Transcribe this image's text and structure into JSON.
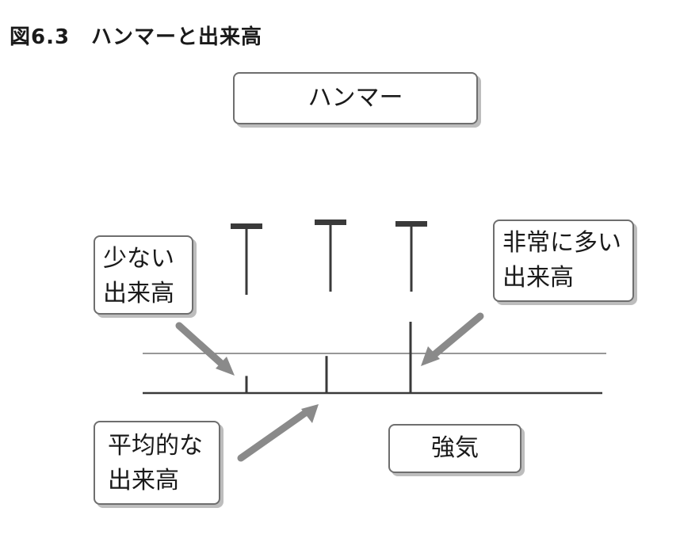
{
  "figure": {
    "title": "図6.3　ハンマーと出来高"
  },
  "labels": {
    "hammer": "ハンマー",
    "low_volume": [
      "少ない",
      "出来高"
    ],
    "high_volume": [
      "非常に多い",
      "出来高"
    ],
    "average_volume": [
      "平均的な",
      "出来高"
    ],
    "bullish": "強気"
  },
  "colors": {
    "candle": "#3a3a3a",
    "arrow": "#8a8a8a",
    "box_border": "#6e6e6e",
    "box_shadow": "#bdbdbd"
  },
  "volume_levels": {
    "low": 0.24,
    "average": 0.52,
    "high": 1.0
  }
}
